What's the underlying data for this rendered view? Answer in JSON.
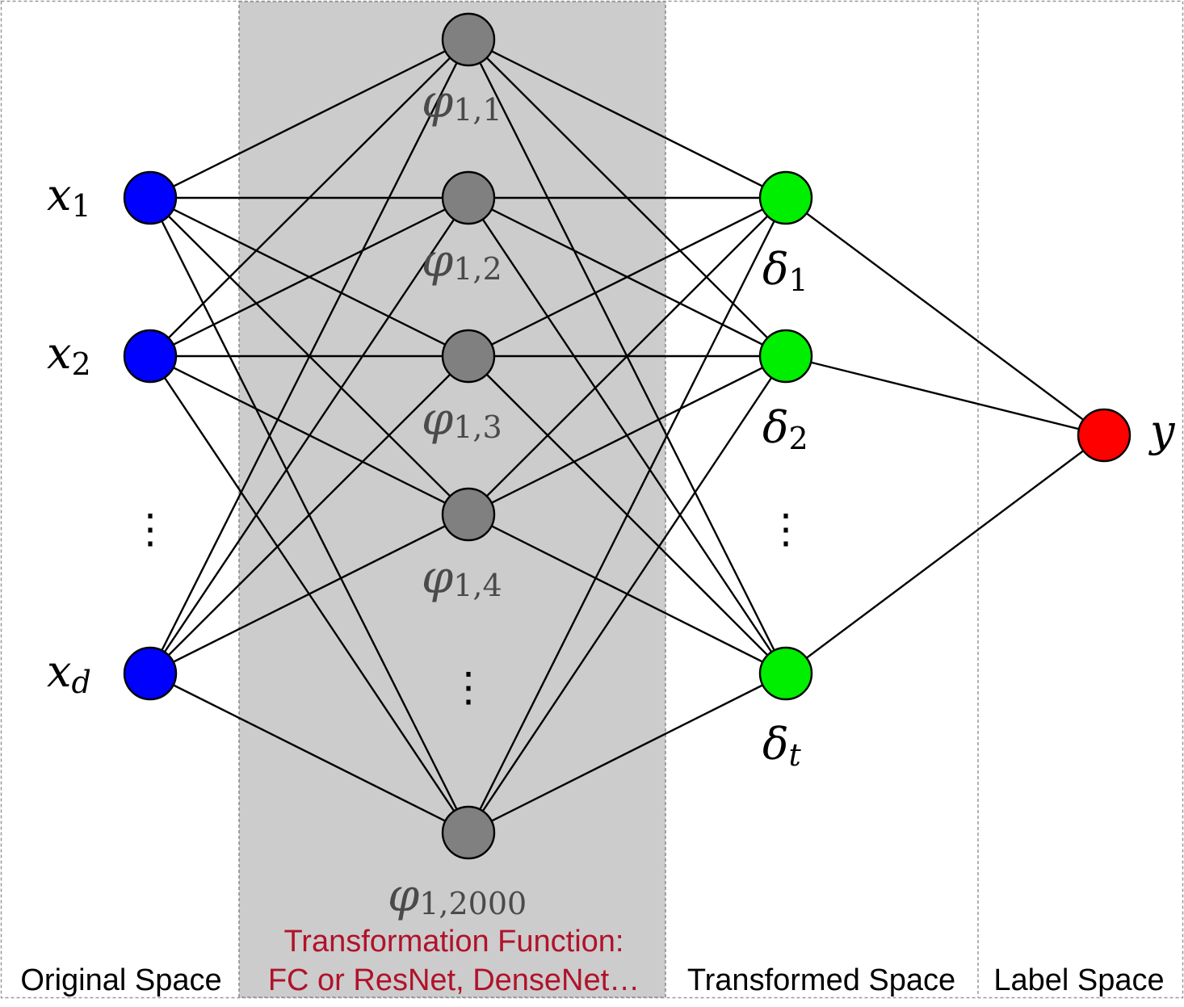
{
  "colors": {
    "input_node": "#0000ff",
    "hidden_node": "#808080",
    "transformed_node": "#00ee00",
    "label_node": "#ff0000",
    "shade": "#cccccc",
    "accent_text": "#b0122a"
  },
  "regions": {
    "original": "Original Space",
    "transform_line1": "Transformation Function:",
    "transform_line2": "FC or ResNet, DenseNet…",
    "transformed": "Transformed Space",
    "label": "Label Space"
  },
  "inputs": [
    {
      "base": "x",
      "sub": "1"
    },
    {
      "base": "x",
      "sub": "2"
    },
    {
      "base": "x",
      "sub": "d"
    }
  ],
  "hidden": [
    {
      "base": "φ",
      "sub": "1,1"
    },
    {
      "base": "φ",
      "sub": "1,2"
    },
    {
      "base": "φ",
      "sub": "1,3"
    },
    {
      "base": "φ",
      "sub": "1,4"
    },
    {
      "base": "φ",
      "sub": "1,2000"
    }
  ],
  "transformed": [
    {
      "base": "δ",
      "sub": "1"
    },
    {
      "base": "δ",
      "sub": "2"
    },
    {
      "base": "δ",
      "sub": "t"
    }
  ],
  "output": {
    "base": "y"
  },
  "ellipsis": "⋮"
}
